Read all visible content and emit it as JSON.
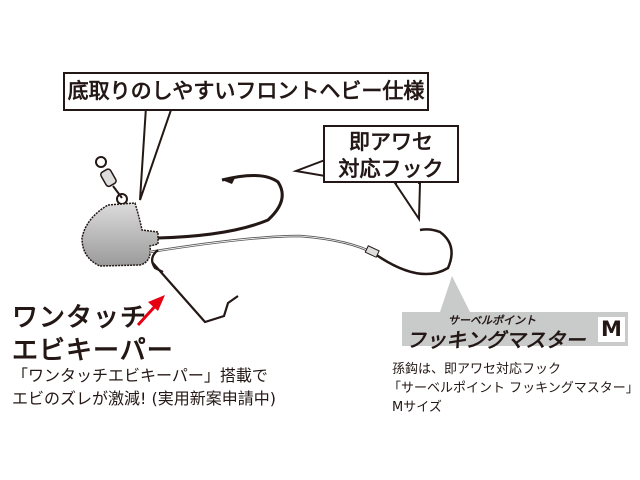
{
  "callouts": {
    "front_heavy": "底取りのしやすいフロントヘビー仕様",
    "hook_line1": "即アワセ",
    "hook_line2": "対応フック"
  },
  "keeper": {
    "title_line1": "ワンタッチ",
    "title_line2": "エビキーパー",
    "desc_line1": "「ワンタッチエビキーパー」搭載で",
    "desc_line2": "エビのズレが激減! (実用新案申請中)"
  },
  "brand": {
    "sub": "サーベルポイント",
    "name": "フッキングマスター",
    "size": "M"
  },
  "hook_desc": {
    "line1": "孫鈎は、即アワセ対応フック",
    "line2": "「サーベルポイント フッキングマスター」",
    "line3": "Mサイズ"
  },
  "colors": {
    "arrow": "#e60012",
    "brand_bg": "#c9caca",
    "ink": "#231815"
  }
}
